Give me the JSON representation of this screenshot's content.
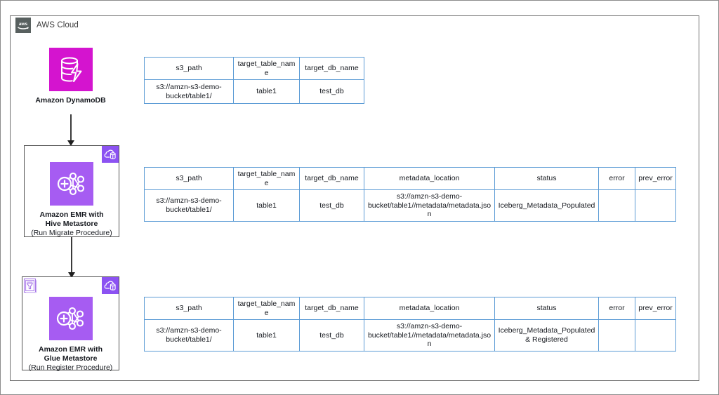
{
  "cloud": {
    "label": "AWS Cloud",
    "badge_icon": "aws-logo-icon"
  },
  "nodes": [
    {
      "id": "dynamodb",
      "icon": "amazon-dynamodb-icon",
      "caption_bold": "Amazon DynamoDB",
      "caption_regular": ""
    },
    {
      "id": "emr-hive",
      "icon": "amazon-emr-icon",
      "corner_badge_icon": "emr-cluster-icon",
      "caption_bold_line1": "Amazon EMR with",
      "caption_bold_line2": "Hive Metastore",
      "caption_regular": "(Run Migrate Procedure)"
    },
    {
      "id": "emr-glue",
      "icon": "amazon-emr-icon",
      "corner_badge_icon": "emr-cluster-icon",
      "corner_badge_left_icon": "aws-glue-icon",
      "caption_bold_line1": "Amazon EMR with",
      "caption_bold_line2": "Glue Metastore",
      "caption_regular": "(Run Register Procedure)"
    }
  ],
  "tables": [
    {
      "id": "table-dynamodb-input",
      "headers": [
        "s3_path",
        "target_table_name",
        "target_db_name"
      ],
      "row": [
        "s3://amzn-s3-demo-bucket/table1/",
        "table1",
        "test_db"
      ]
    },
    {
      "id": "table-after-migrate",
      "headers": [
        "s3_path",
        "target_table_name",
        "target_db_name",
        "metadata_location",
        "status",
        "error",
        "prev_error"
      ],
      "row": [
        "s3://amzn-s3-demo-bucket/table1/",
        "table1",
        "test_db",
        "s3://amzn-s3-demo-bucket/table1//metadata/metadata.json",
        "Iceberg_Metadata_Populated",
        "",
        ""
      ]
    },
    {
      "id": "table-after-register",
      "headers": [
        "s3_path",
        "target_table_name",
        "target_db_name",
        "metadata_location",
        "status",
        "error",
        "prev_error"
      ],
      "row": [
        "s3://amzn-s3-demo-bucket/table1/",
        "table1",
        "test_db",
        "s3://amzn-s3-demo-bucket/table1//metadata/metadata.json",
        "Iceberg_Metadata_Populated & Registered",
        "",
        ""
      ]
    }
  ],
  "colors": {
    "dynamodb_magenta": "#D414CF",
    "emr_purple": "#A65CF2",
    "badge_purple": "#8C52F2",
    "table_border_blue": "#5B9BD5",
    "cloud_border_gray": "#6E6E6E",
    "arrow_dark": "#1F1F1F"
  }
}
